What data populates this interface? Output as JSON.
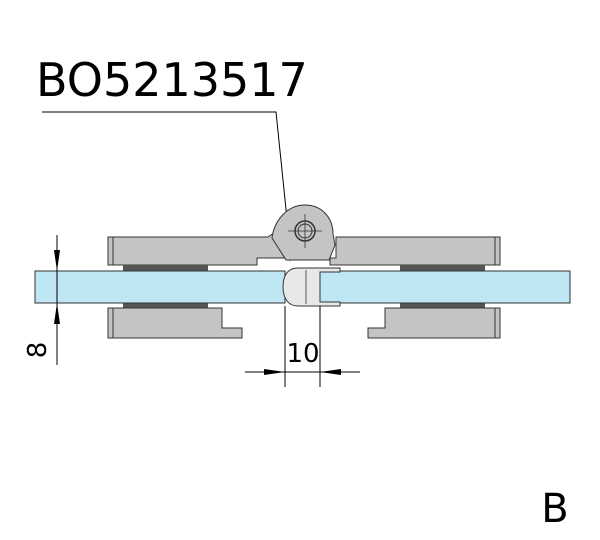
{
  "part_number": "BO5213517",
  "dimensions": {
    "glass_thickness": "8",
    "gap_width": "10"
  },
  "view_label": "B",
  "colors": {
    "glass": "#bfe6f3",
    "metal": "#c4c4c4",
    "gasket": "#555555",
    "seal": "#e8e8e8",
    "line": "#000000"
  }
}
